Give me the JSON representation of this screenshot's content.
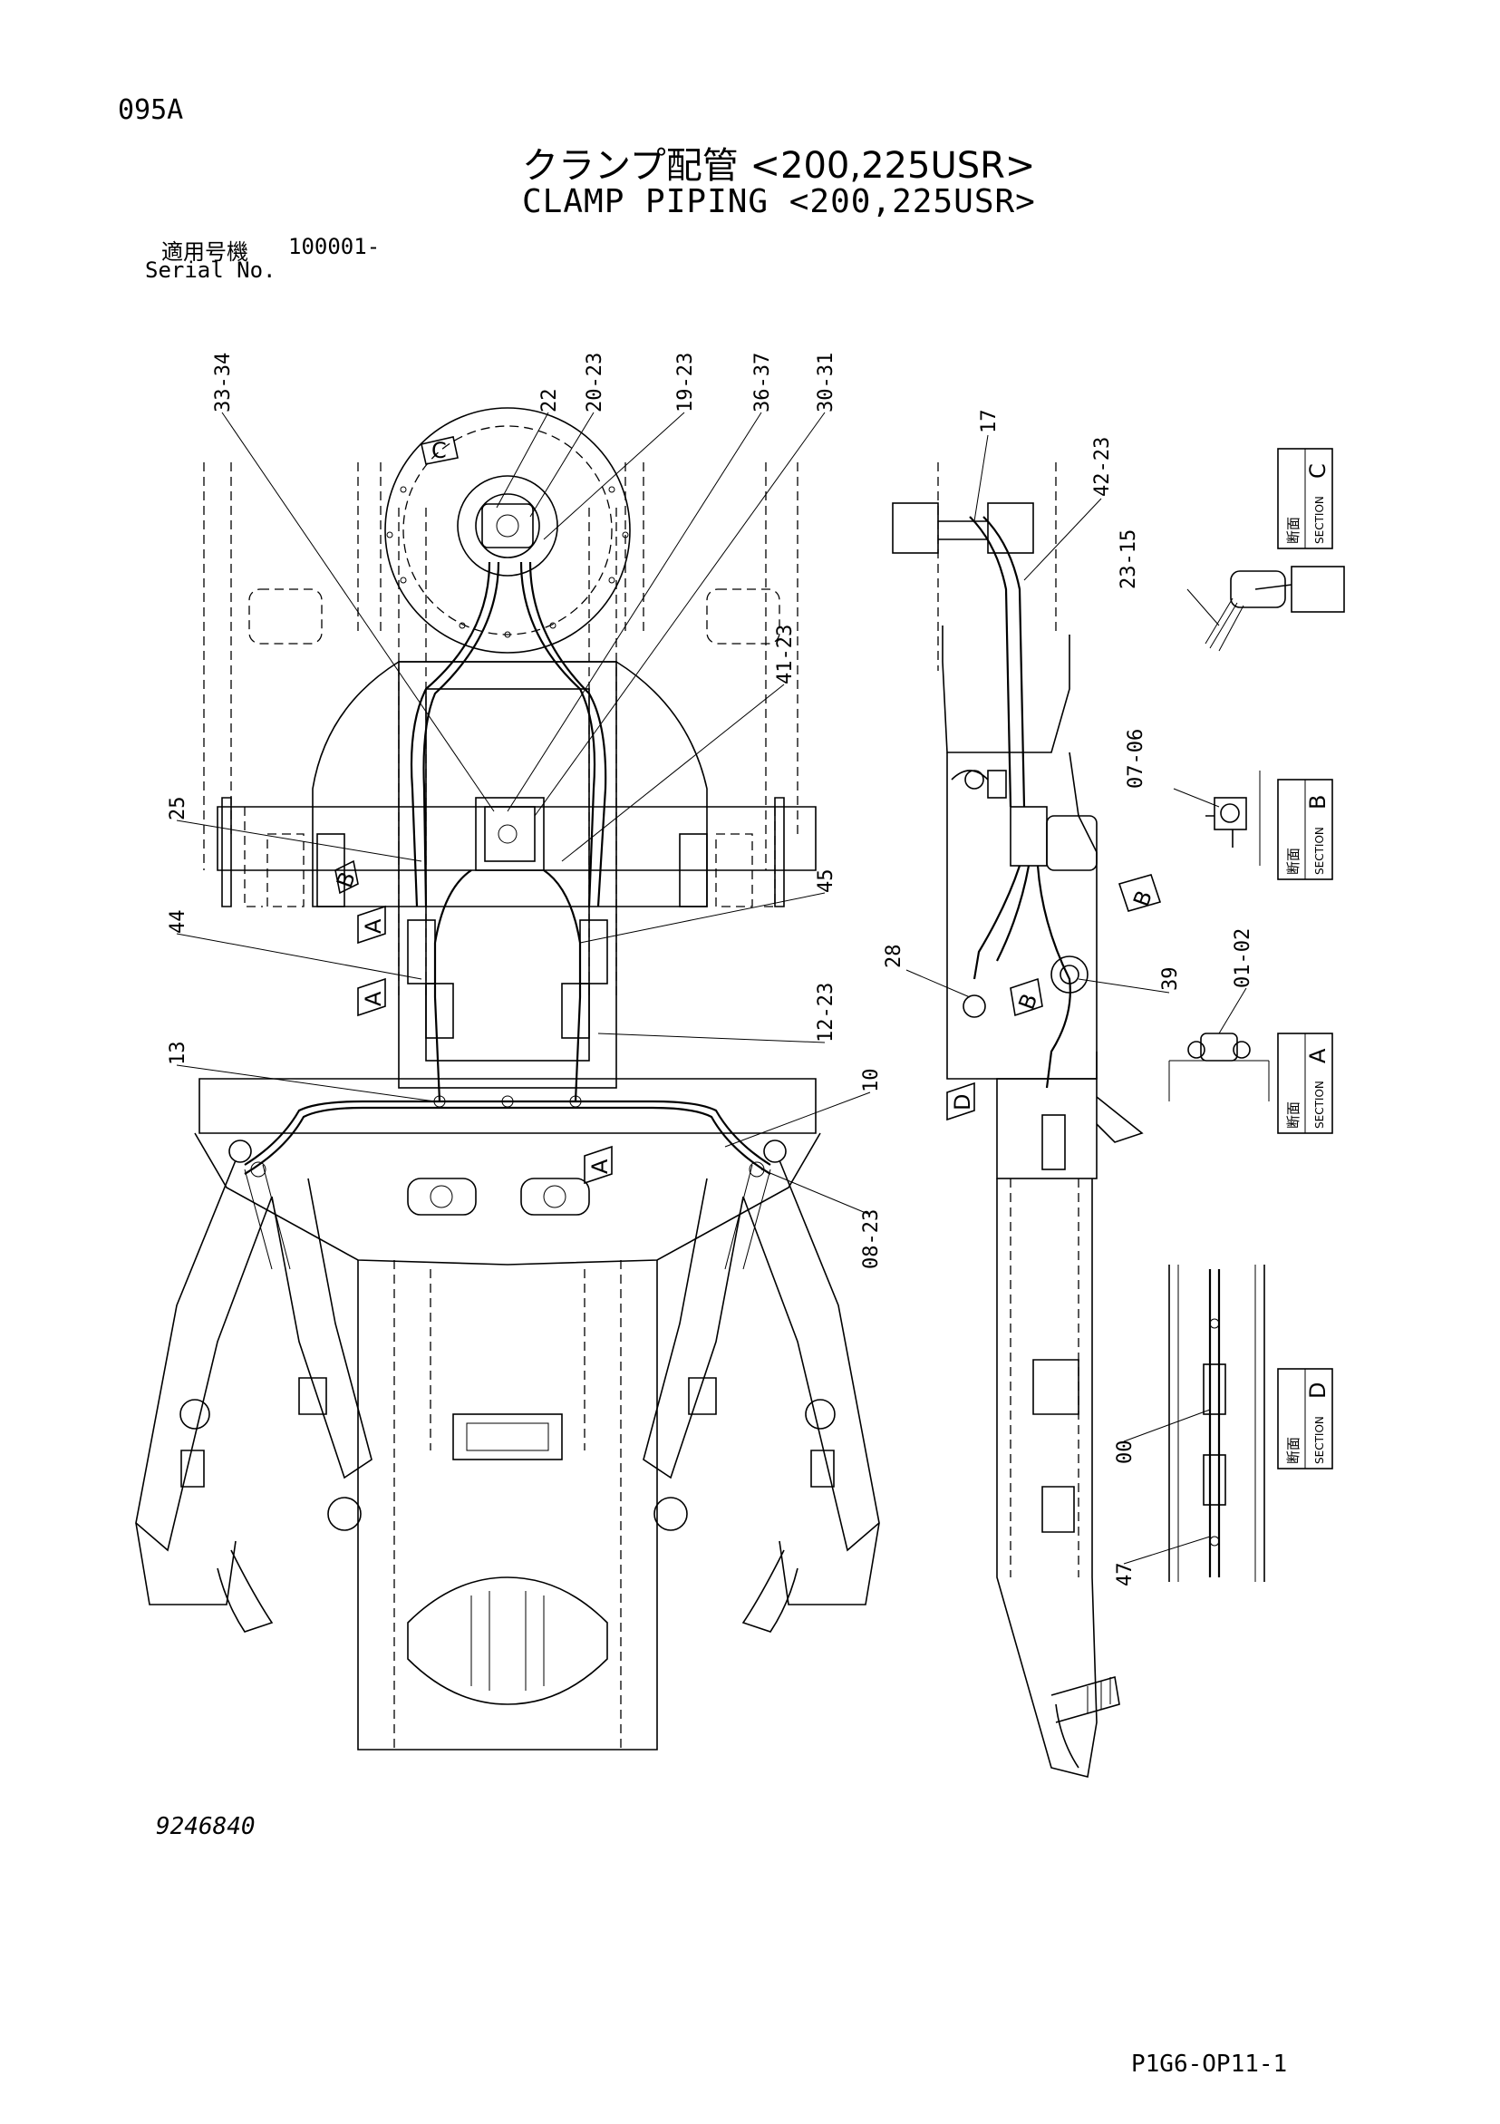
{
  "header": {
    "page_id": "095A",
    "title_jp": "クランプ配管 <200,225USR>",
    "title_en": "CLAMP PIPING <200,225USR>",
    "serial_label_jp": "適用号機",
    "serial_value": "100001-",
    "serial_label_en": "Serial No."
  },
  "callouts": {
    "c33_34": "33-34",
    "c22": "22",
    "c20_23": "20-23",
    "c19_23": "19-23",
    "c36_37": "36-37",
    "c30_31": "30-31",
    "c41_23": "41-23",
    "c25": "25",
    "c44": "44",
    "c45": "45",
    "c13": "13",
    "c12_23": "12-23",
    "c10": "10",
    "c08_23": "08-23",
    "c17": "17",
    "c42_23": "42-23",
    "c23_15": "23-15",
    "c07_06": "07-06",
    "c28": "28",
    "c39": "39",
    "c01_02": "01-02",
    "c00": "00",
    "c47": "47"
  },
  "view_markers": {
    "a": "A",
    "b": "B",
    "c": "C",
    "d": "D"
  },
  "sections": {
    "jp": "断面",
    "en": "SECTION",
    "c": "C",
    "b": "B",
    "a": "A",
    "d": "D"
  },
  "footer": {
    "drawing_no": "9246840",
    "page_code": "P1G6-OP11-1"
  }
}
